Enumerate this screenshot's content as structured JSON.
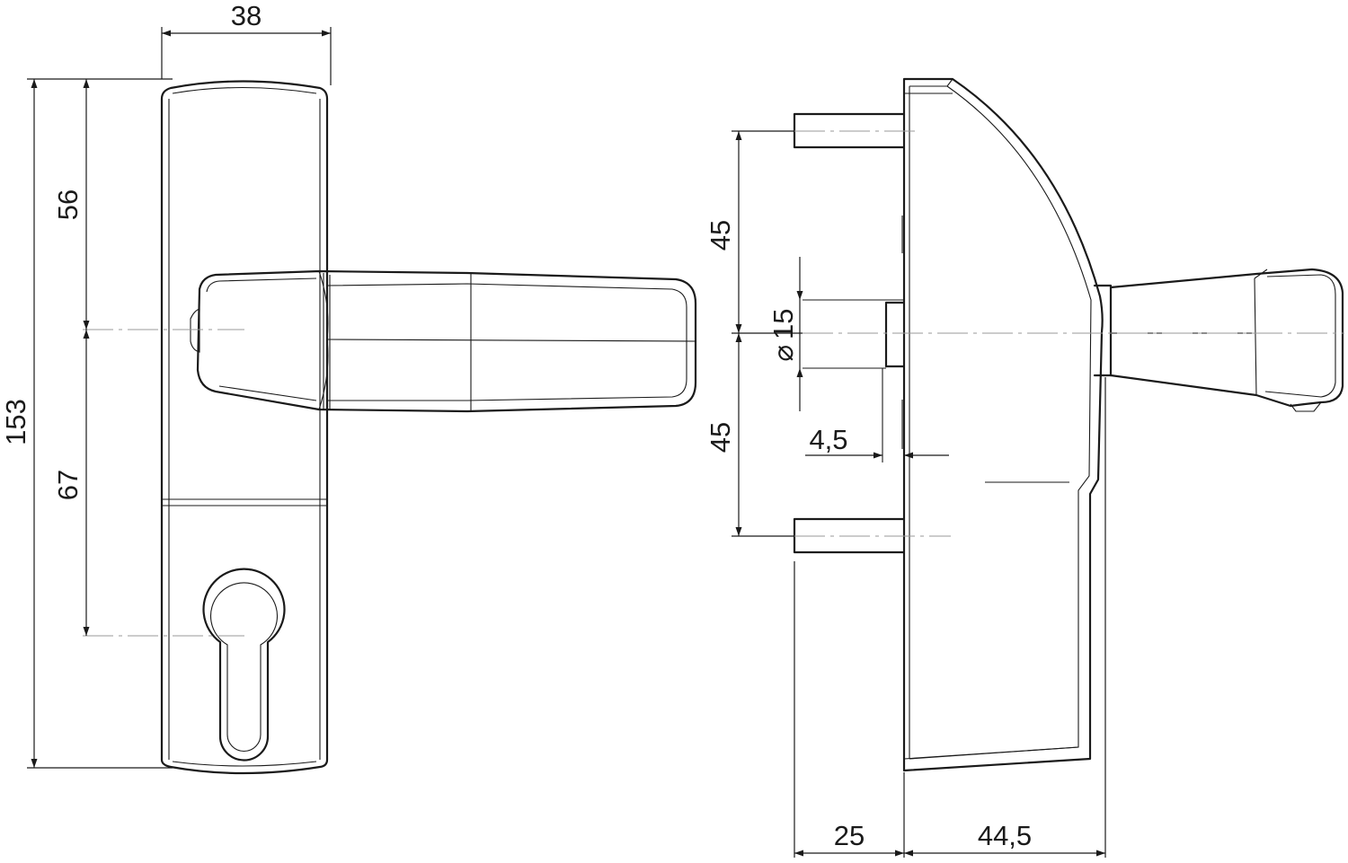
{
  "front_view": {
    "dimensions": {
      "plate_width": "38",
      "total_height": "153",
      "top_to_spindle": "56",
      "spindle_to_cylinder": "67"
    }
  },
  "side_view": {
    "dimensions": {
      "screw_top": "45",
      "screw_bottom": "45",
      "spindle_diameter": "15",
      "spindle_diameter_symbol": "⌀",
      "spindle_offset": "4,5",
      "screw_depth": "25",
      "handle_depth": "44,5"
    }
  }
}
